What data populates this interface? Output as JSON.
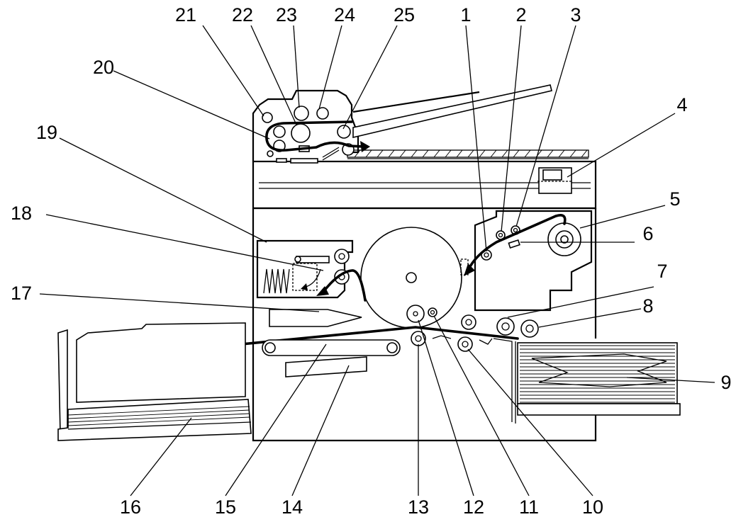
{
  "callouts": [
    {
      "id": "1",
      "text": "1"
    },
    {
      "id": "2",
      "text": "2"
    },
    {
      "id": "3",
      "text": "3"
    },
    {
      "id": "4",
      "text": "4"
    },
    {
      "id": "5",
      "text": "5"
    },
    {
      "id": "6",
      "text": "6"
    },
    {
      "id": "7",
      "text": "7"
    },
    {
      "id": "8",
      "text": "8"
    },
    {
      "id": "9",
      "text": "9"
    },
    {
      "id": "10",
      "text": "10"
    },
    {
      "id": "11",
      "text": "11"
    },
    {
      "id": "12",
      "text": "12"
    },
    {
      "id": "13",
      "text": "13"
    },
    {
      "id": "14",
      "text": "14"
    },
    {
      "id": "15",
      "text": "15"
    },
    {
      "id": "16",
      "text": "16"
    },
    {
      "id": "17",
      "text": "17"
    },
    {
      "id": "18",
      "text": "18"
    },
    {
      "id": "19",
      "text": "19"
    },
    {
      "id": "20",
      "text": "20"
    },
    {
      "id": "21",
      "text": "21"
    },
    {
      "id": "22",
      "text": "22"
    },
    {
      "id": "23",
      "text": "23"
    },
    {
      "id": "24",
      "text": "24"
    },
    {
      "id": "25",
      "text": "25"
    }
  ]
}
